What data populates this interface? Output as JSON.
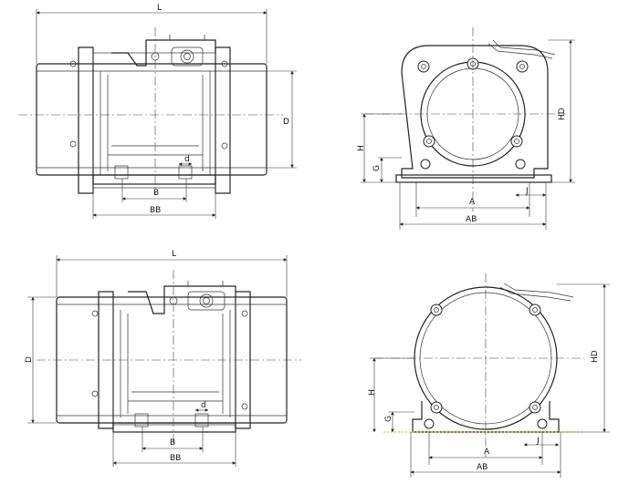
{
  "views": {
    "top_side": {
      "label_L": "L",
      "label_D": "D",
      "label_B": "B",
      "label_BB": "BB",
      "label_d": "d"
    },
    "top_end": {
      "label_H": "H",
      "label_HD": "HD",
      "label_G": "G",
      "label_A": "A",
      "label_AB": "AB",
      "label_J": "J"
    },
    "bottom_side": {
      "label_L": "L",
      "label_D": "D",
      "label_B": "B",
      "label_BB": "BB",
      "label_d": "d"
    },
    "bottom_end": {
      "label_H": "H",
      "label_HD": "HD",
      "label_G": "G",
      "label_A": "A",
      "label_AB": "AB",
      "label_J": "J"
    }
  }
}
